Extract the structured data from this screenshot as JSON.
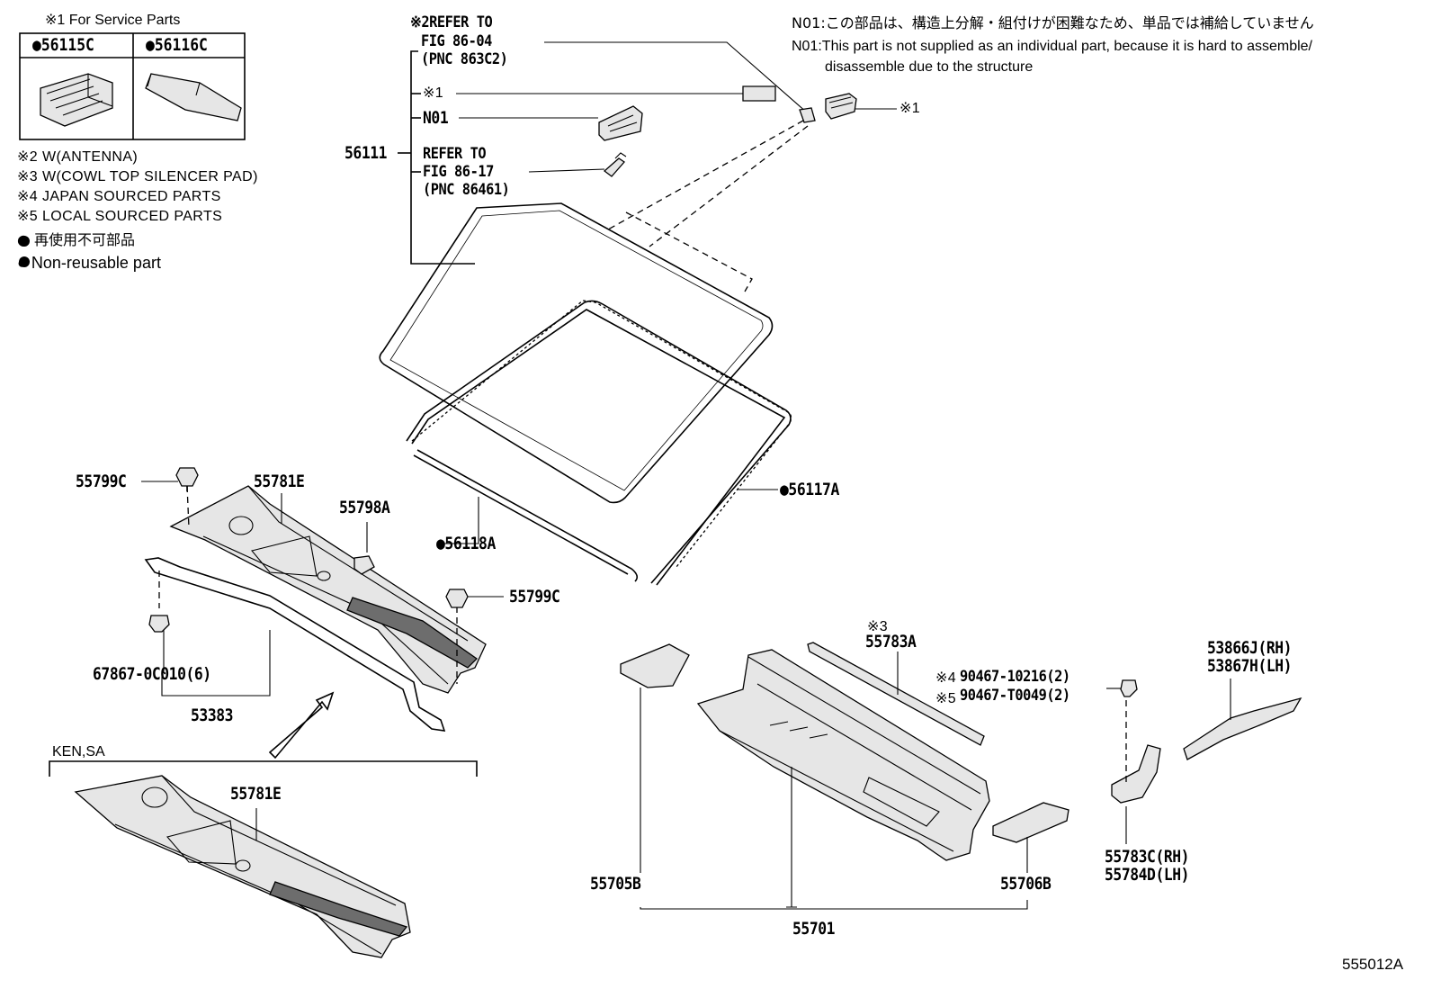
{
  "notes": {
    "service_parts_title": "※1 For Service Parts",
    "service_part_a": "●56115C",
    "service_part_b": "●56116C",
    "legend_2": "※2 W(ANTENNA)",
    "legend_3": "※3 W(COWL TOP SILENCER PAD)",
    "legend_4": "※4 JAPAN SOURCED PARTS",
    "legend_5": "※5 LOCAL SOURCED PARTS",
    "nonreusable_jp": "● 再使用不可部品",
    "nonreusable_en": "● Non-reusable part",
    "n01_jp": "N01:この部品は、構造上分解・組付けが困難なため、単品では補給していません",
    "n01_en_1": "N01:This part is not supplied as an individual part, because it is hard to assemble/",
    "n01_en_2": "disassemble due to the structure"
  },
  "callouts": {
    "ref2_line1": "※2REFER TO",
    "ref2_line2": "FIG 86-04",
    "ref2_line3": "(PNC 863C2)",
    "mark1_left": "※1",
    "n01": "N01",
    "p56111": "56111",
    "ref_line1": "REFER TO",
    "ref_line2": "FIG 86-17",
    "ref_line3": "(PNC 86461)",
    "mark1_right": "※1",
    "p56117A": "●56117A",
    "p56118A": "●56118A",
    "p55799C_top": "55799C",
    "p55781E_top": "55781E",
    "p55798A": "55798A",
    "p55799C_mid": "55799C",
    "p67867": "67867-0C010(6)",
    "p53383": "53383",
    "ken_sa": "KEN,SA",
    "p55781E_bottom": "55781E",
    "mark3": "※3",
    "p55783A": "55783A",
    "mark4": "※4",
    "p90467_10216": "90467-10216(2)",
    "mark5": "※5",
    "p90467_T0049": "90467-T0049(2)",
    "p53866J": "53866J(RH)",
    "p53867H": "53867H(LH)",
    "p55705B": "55705B",
    "p55706B": "55706B",
    "p55783C": "55783C(RH)",
    "p55784D": "55784D(LH)",
    "p55701": "55701",
    "figure_id": "555012A"
  }
}
